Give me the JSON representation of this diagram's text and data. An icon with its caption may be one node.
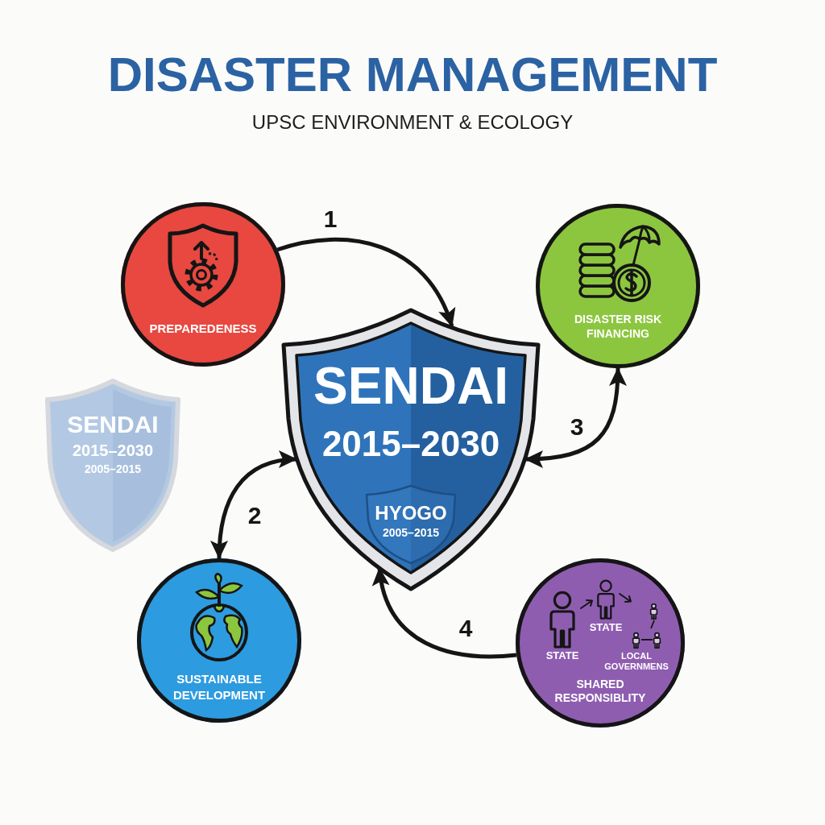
{
  "diagram": {
    "title": "DISASTER MANAGEMENT",
    "nodes": [
      {
        "text": [
          "PREPAREDENESS"
        ]
      },
      {
        "text": [
          "DISASTER RISK FINANCING"
        ]
      },
      {
        "text": [
          "SENDAI",
          "2015–2030"
        ]
      },
      {
        "text": [
          "HYOGO",
          "2005–2015"
        ],
        "in": 2
      },
      {
        "text": [
          "SENDAI",
          "2015–2030",
          "2005–2015"
        ]
      },
      {
        "text": [
          "SUSTAINABLE DEVELOPMENT"
        ]
      },
      {
        "text": [
          "STATE",
          "STATE",
          "LOCAL GOVERNMENS",
          "SHARED RESPONSIBLITY"
        ]
      }
    ],
    "edges": [
      {
        "from": 0,
        "to": 2,
        "arrow": "to",
        "label": "1"
      },
      {
        "from": 2,
        "to": 5,
        "arrow": "both",
        "label": "2"
      },
      {
        "from": 2,
        "to": 1,
        "arrow": "both",
        "label": "3"
      },
      {
        "from": 6,
        "to": 2,
        "arrow": "to",
        "label": "4"
      }
    ],
    "labels": [
      "UPSC ENVIRONMENT & ECOLOGY"
    ]
  }
}
